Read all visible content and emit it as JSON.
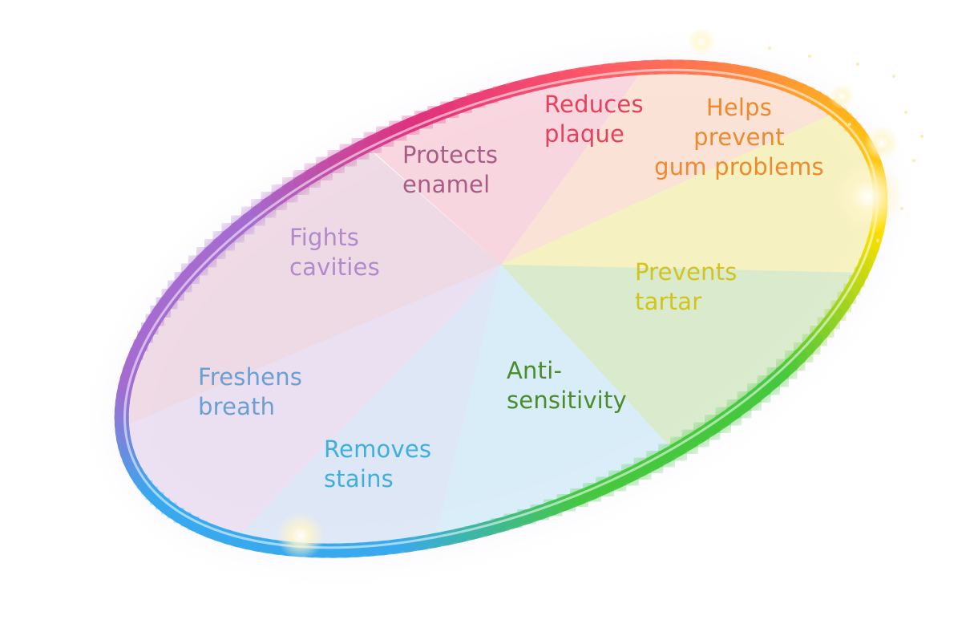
{
  "diagram": {
    "segments": [
      {
        "id": "reduces-plaque",
        "lines": [
          "Reduces",
          "plaque"
        ],
        "color": "#e8405a",
        "fill": "#f9c4cf"
      },
      {
        "id": "helps-prevent-gum-problems",
        "lines": [
          "Helps",
          "prevent",
          "gum problems"
        ],
        "color": "#ee8a2e",
        "fill": "#fbd8c0"
      },
      {
        "id": "prevents-tartar",
        "lines": [
          "Prevents",
          "tartar"
        ],
        "color": "#d2c41a",
        "fill": "#f5ef9c"
      },
      {
        "id": "anti-sensitivity",
        "lines": [
          "Anti-",
          "sensitivity"
        ],
        "color": "#4a8c2a",
        "fill": "#c7e3b1"
      },
      {
        "id": "removes-stains",
        "lines": [
          "Removes",
          "stains"
        ],
        "color": "#3fb0dd",
        "fill": "#c6e9f7"
      },
      {
        "id": "freshens-breath",
        "lines": [
          "Freshens",
          "breath"
        ],
        "color": "#6a9fd3",
        "fill": "#cfdef2"
      },
      {
        "id": "fights-cavities",
        "lines": [
          "Fights",
          "cavities"
        ],
        "color": "#b28acb",
        "fill": "#e3d2ed"
      },
      {
        "id": "protects-enamel",
        "lines": [
          "Protects",
          "enamel"
        ],
        "color": "#a85c86",
        "fill": "#e9cad8"
      }
    ],
    "ring_colors": [
      "#e1307d",
      "#ff5a66",
      "#ffb020",
      "#ffe000",
      "#45c83e",
      "#38a9ee",
      "#a56bd0"
    ]
  }
}
